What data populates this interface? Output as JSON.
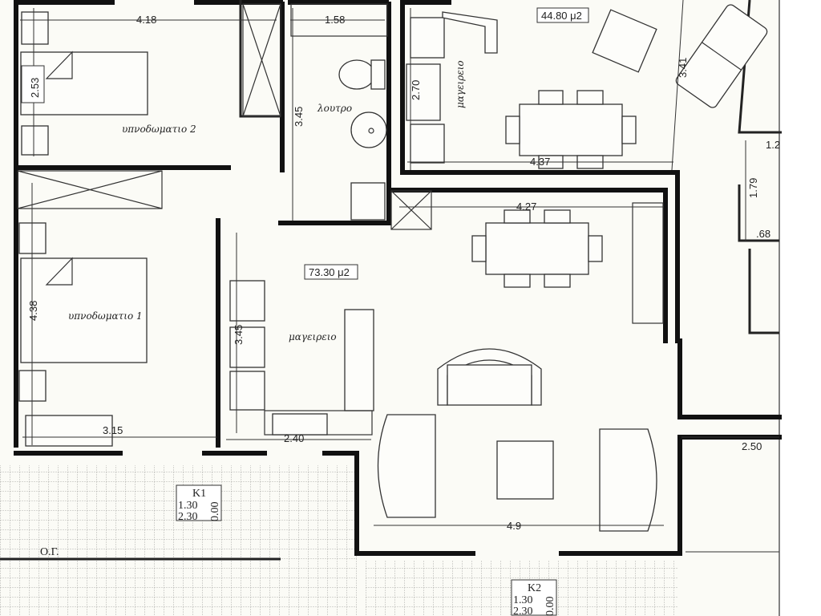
{
  "rooms": {
    "bedroom2": "υπνοδωματιο 2",
    "bathroom": "λουτρο",
    "bedroom1": "υπνοδωματιο 1",
    "kitchen_main": "μαγειρειο",
    "kitchen_upper": "μαγειρειο"
  },
  "areas": {
    "upper_unit": "44.80 μ2",
    "main_unit": "73.30 μ2"
  },
  "dimensions": {
    "bedroom2_width": "4.18",
    "bedroom2_depth": "2.53",
    "bath_width": "1.58",
    "bath_depth": "3.45",
    "upper_kitchen_depth": "2.70",
    "upper_width": "4.37",
    "upper_diag": "3.41",
    "right_small_a": "1.2",
    "right_small_b": "1.79",
    "right_small_c": ".68",
    "living_width": "4.27",
    "bedroom1_depth": "4.38",
    "bedroom1_width": "3.15",
    "kitchen_depth": "3.45",
    "kitchen_width": "2.40",
    "corridor_width": "2.50",
    "living_bottom": "4.9"
  },
  "terraces": {
    "og_label": "Ο.Γ.",
    "k1": {
      "name": "K1",
      "w": "1.30",
      "h": "2.30",
      "z": "0.00"
    },
    "k2": {
      "name": "K2",
      "w": "1.30",
      "h": "2.30",
      "z": "0.00"
    }
  }
}
